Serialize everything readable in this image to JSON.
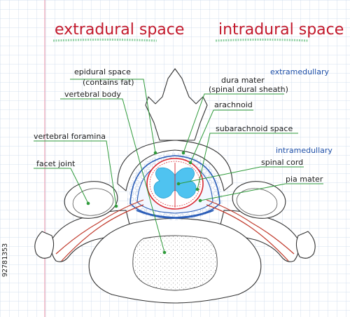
{
  "headers": {
    "extradural": "extradural space",
    "intradural": "intradural space"
  },
  "categories": {
    "extramedullary": "extramedullary",
    "intramedullary": "intramedullary"
  },
  "labels": {
    "epidural_1": "epidural space",
    "epidural_2": "(contains fat)",
    "vertebral_body": "vertebral body",
    "vertebral_foramina": "vertebral foramina",
    "facet_joint": "facet joint",
    "dura_1": "dura mater",
    "dura_2": "(spinal dural sheath)",
    "arachnoid": "arachnoid",
    "subarachnoid": "subarachnoid space",
    "spinal_cord": "spinal cord",
    "pia_mater": "pia mater"
  },
  "watermark": "92781353",
  "colors": {
    "grid": "#c9d7ea",
    "margin": "#e9a0b4",
    "title": "#c2182b",
    "blue_label": "#1e4fa8",
    "leader": "#2e9a3a",
    "outline": "#333333",
    "cord_red": "#d8262f",
    "cord_cyan": "#4fc3f0",
    "membrane_blue": "#2a5db8",
    "vessel_red": "#c0392b"
  }
}
